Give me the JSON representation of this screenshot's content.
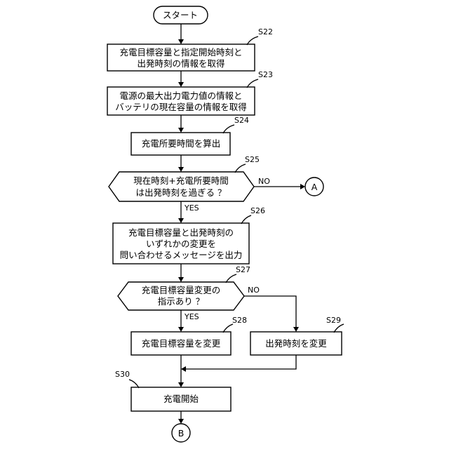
{
  "start": "スタート",
  "s22": {
    "step": "S22",
    "line1": "充電目標容量と指定開始時刻と",
    "line2": "出発時刻の情報を取得"
  },
  "s23": {
    "step": "S23",
    "line1": "電源の最大出力電力値の情報と",
    "line2": "バッテリの現在容量の情報を取得"
  },
  "s24": {
    "step": "S24",
    "line1": "充電所要時間を算出"
  },
  "s25": {
    "step": "S25",
    "line1": "現在時刻+充電所要時間",
    "line2": "は出発時刻を過ぎる ？",
    "no": "NO",
    "yes": "YES"
  },
  "connector_a": "A",
  "s26": {
    "step": "S26",
    "line1": "充電目標容量と出発時刻の",
    "line2": "いずれかの変更を",
    "line3": "問い合わせるメッセージを出力"
  },
  "s27": {
    "step": "S27",
    "line1": "充電目標容量変更の",
    "line2": "指示あり ？",
    "no": "NO",
    "yes": "YES"
  },
  "s28": {
    "step": "S28",
    "line1": "充電目標容量を変更"
  },
  "s29": {
    "step": "S29",
    "line1": "出発時刻を変更"
  },
  "s30": {
    "step": "S30",
    "line1": "充電開始"
  },
  "connector_b": "B"
}
